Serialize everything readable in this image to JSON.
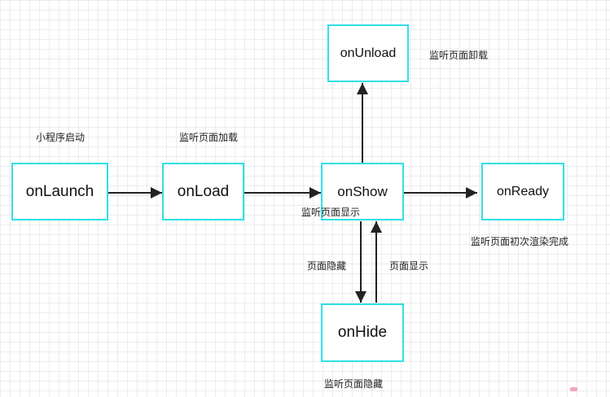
{
  "colors": {
    "node_border": "#2fe0e6",
    "arrow": "#222222",
    "grid": "#ececec"
  },
  "nodes": {
    "onlaunch": "onLaunch",
    "onload": "onLoad",
    "onshow": "onShow",
    "onready": "onReady",
    "onunload": "onUnload",
    "onhide": "onHide"
  },
  "labels": {
    "app_launch": "小程序启动",
    "page_load": "监听页面加载",
    "page_show": "监听页面显示",
    "page_ready": "监听页面初次渲染完成",
    "page_unload": "监听页面卸载",
    "page_hide_action": "页面隐藏",
    "page_show_action": "页面显示",
    "page_hide": "监听页面隐藏"
  }
}
